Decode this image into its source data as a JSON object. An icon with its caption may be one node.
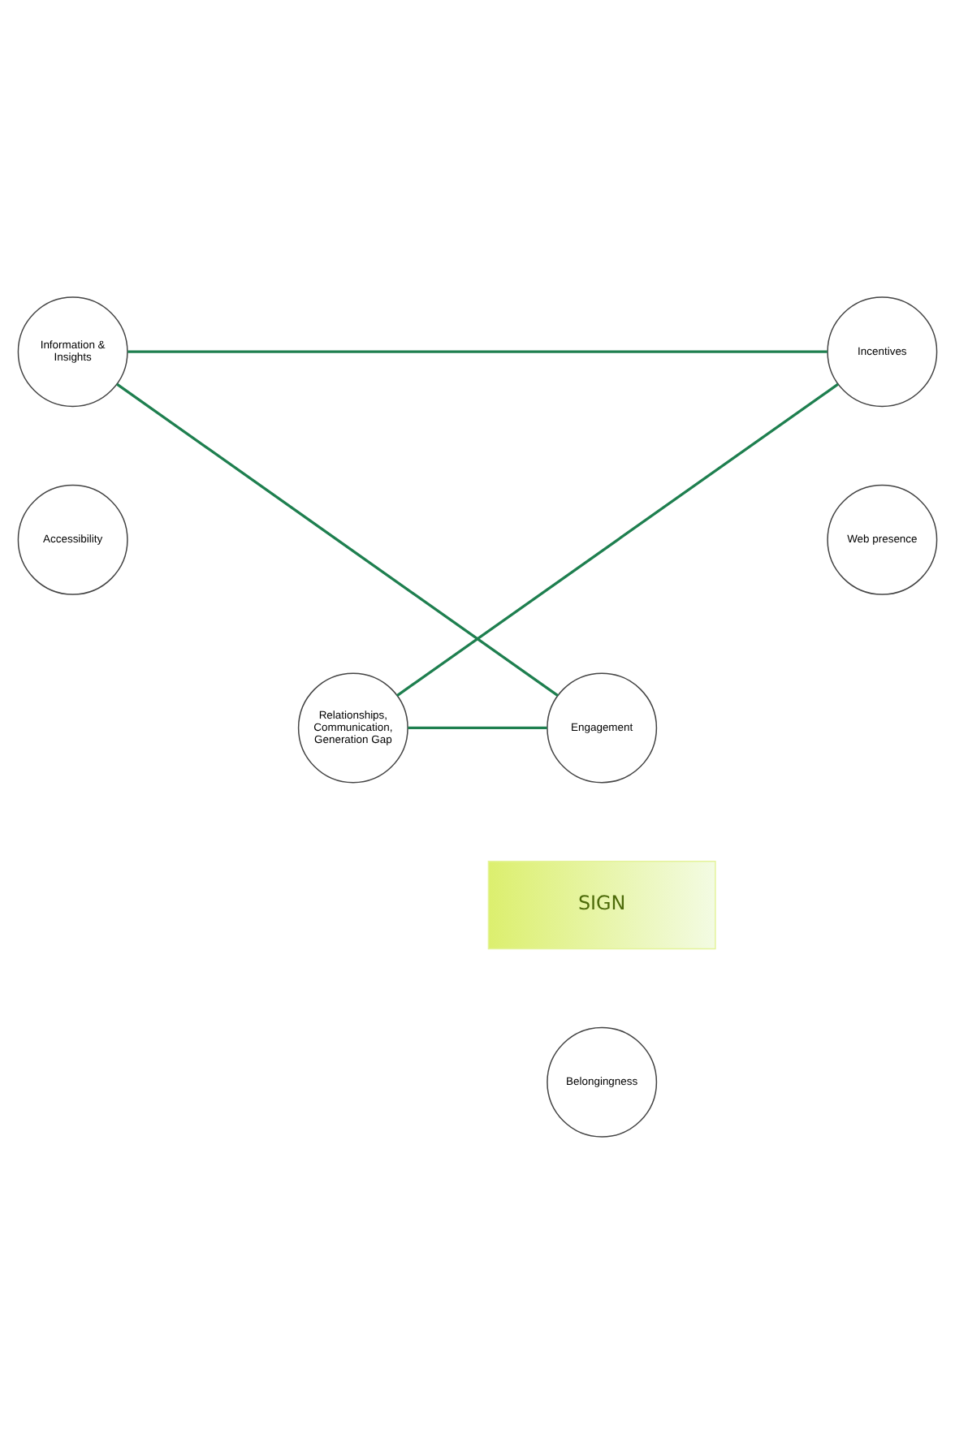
{
  "diagram": {
    "nodes": [
      {
        "text": [
          "Information & Insights"
        ]
      },
      {
        "text": [
          "Incentives"
        ]
      },
      {
        "text": [
          "Accessibility"
        ]
      },
      {
        "text": [
          "Web presence"
        ]
      },
      {
        "text": [
          "Engagement"
        ]
      },
      {
        "text": [
          "Relationships, Communication, Generation Gap"
        ]
      },
      {
        "text": [
          "SIGN"
        ]
      },
      {
        "text": [
          "Belongingness"
        ]
      }
    ],
    "edges": [
      {
        "from": 0,
        "to": 1,
        "arrow": "none"
      },
      {
        "from": 1,
        "to": 5,
        "arrow": "none"
      },
      {
        "from": 5,
        "to": 4,
        "arrow": "none"
      },
      {
        "from": 4,
        "to": 0,
        "arrow": "none"
      }
    ]
  }
}
